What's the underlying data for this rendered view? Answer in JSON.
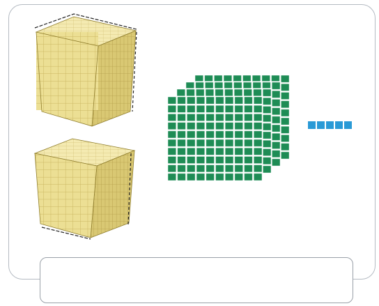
{
  "blocks": {
    "thousands": {
      "count": 2,
      "color": "#ede3a1"
    },
    "hundreds": {
      "count": 4,
      "color": "#1e8c55"
    },
    "tens": {
      "count": 0,
      "color": "#2a9ad6"
    },
    "ones": {
      "count": 5,
      "color": "#2a9ad6"
    }
  },
  "answer": {
    "value": ""
  }
}
